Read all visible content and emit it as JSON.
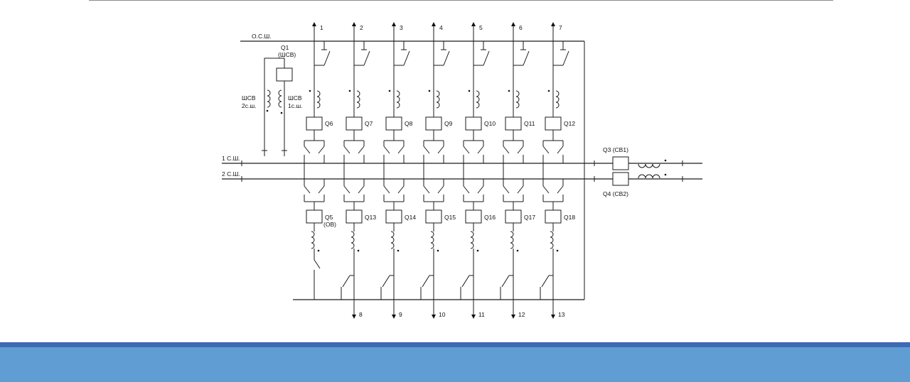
{
  "buses": {
    "transfer": "О.С.Ш.",
    "bus1": "1 С.Ш.",
    "bus2": "2 С.Ш."
  },
  "coupler": {
    "breaker": "Q1",
    "breaker_note": "(ШСВ)",
    "ct_left_line1": "ШСВ",
    "ct_left_line2": "2с.ш.",
    "ct_right_line1": "ШСВ",
    "ct_right_line2": "1с.ш."
  },
  "top_feeders": [
    {
      "line": "1",
      "breaker": "Q6"
    },
    {
      "line": "2",
      "breaker": "Q7"
    },
    {
      "line": "3",
      "breaker": "Q8"
    },
    {
      "line": "4",
      "breaker": "Q9"
    },
    {
      "line": "5",
      "breaker": "Q10"
    },
    {
      "line": "6",
      "breaker": "Q11"
    },
    {
      "line": "7",
      "breaker": "Q12"
    }
  ],
  "bottom_feeders": [
    {
      "line": "",
      "breaker": "Q5",
      "note": "(ОВ)"
    },
    {
      "line": "8",
      "breaker": "Q13"
    },
    {
      "line": "9",
      "breaker": "Q14"
    },
    {
      "line": "10",
      "breaker": "Q15"
    },
    {
      "line": "11",
      "breaker": "Q16"
    },
    {
      "line": "12",
      "breaker": "Q17"
    },
    {
      "line": "13",
      "breaker": "Q18"
    }
  ],
  "sectional": {
    "q3": "Q3 (СВ1)",
    "q4": "Q4 (СВ2)"
  },
  "colors": {
    "footer": "#5f9dd3",
    "footer_stripe": "#3f69b5",
    "rule": "#8a8a8a"
  }
}
